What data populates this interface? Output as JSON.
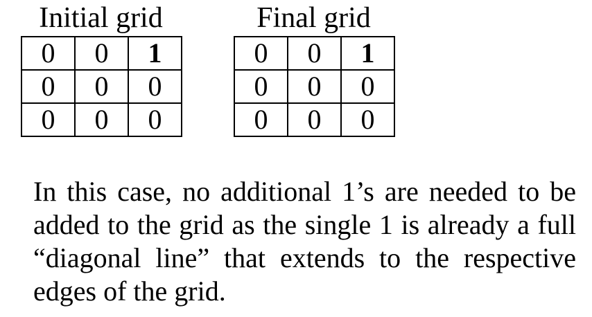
{
  "colors": {
    "background": "#ffffff",
    "text": "#000000",
    "grid_border": "#000000"
  },
  "grids": [
    {
      "title": "Initial grid",
      "rows": [
        [
          "0",
          "0",
          "1"
        ],
        [
          "0",
          "0",
          "0"
        ],
        [
          "0",
          "0",
          "0"
        ]
      ]
    },
    {
      "title": "Final grid",
      "rows": [
        [
          "0",
          "0",
          "1"
        ],
        [
          "0",
          "0",
          "0"
        ],
        [
          "0",
          "0",
          "0"
        ]
      ]
    }
  ],
  "paragraph": {
    "lines": [
      "In this case, no additional 1’s are needed to be",
      "added to the grid as the single 1 is already a full",
      "“diagonal line” that extends to the respective",
      "edges of the grid."
    ]
  }
}
